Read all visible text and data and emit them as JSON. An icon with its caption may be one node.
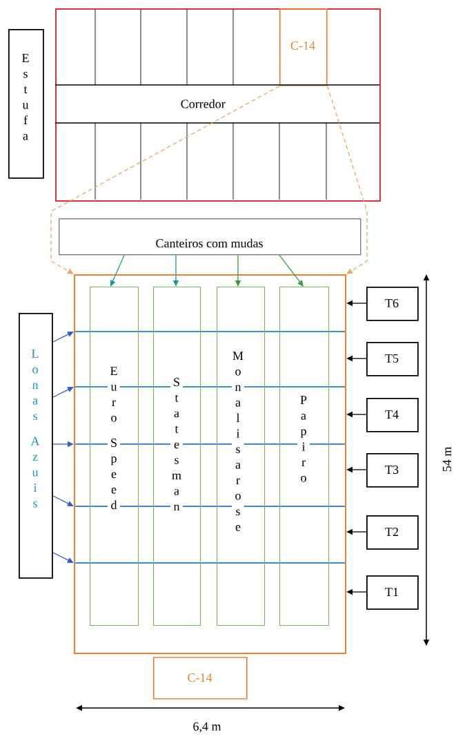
{
  "diagram": {
    "nodes": [
      {
        "text": [
          "Estufa"
        ]
      },
      {
        "text": [],
        "shape": "box"
      },
      {
        "text": [
          "C-14"
        ],
        "in": 1
      },
      {
        "text": [
          "Corredor"
        ],
        "in": 1
      },
      {
        "text": [
          "Canteiros com mudas"
        ]
      },
      {
        "text": [],
        "shape": "box"
      },
      {
        "text": [
          "Euro Speed"
        ],
        "in": 5
      },
      {
        "text": [
          "Statesman"
        ],
        "in": 5
      },
      {
        "text": [
          "Monalisarose"
        ],
        "in": 5
      },
      {
        "text": [
          "Papiro"
        ],
        "in": 5
      },
      {
        "text": [
          "Lonas Azuis"
        ]
      },
      {
        "text": [
          "T6"
        ]
      },
      {
        "text": [
          "T5"
        ]
      },
      {
        "text": [
          "T4"
        ]
      },
      {
        "text": [
          "T3"
        ]
      },
      {
        "text": [
          "T2"
        ]
      },
      {
        "text": [
          "T1"
        ]
      },
      {
        "text": [
          "C-14"
        ]
      }
    ],
    "edges": [
      {
        "from": 2,
        "to": 5,
        "arrow": "to",
        "style": "dashed",
        "color": "#f4a463"
      },
      {
        "from": 2,
        "to": 5,
        "arrow": "to",
        "style": "dashed",
        "color": "#f4a463"
      },
      {
        "from": 4,
        "to": 6,
        "arrow": "to",
        "color": "#1a9a9a"
      },
      {
        "from": 4,
        "to": 7,
        "arrow": "to",
        "color": "#1a9a9a"
      },
      {
        "from": 4,
        "to": 8,
        "arrow": "to",
        "color": "#3a9a3a"
      },
      {
        "from": 4,
        "to": 9,
        "arrow": "to",
        "color": "#3a9a3a"
      },
      {
        "from": 10,
        "to": 5,
        "arrow": "to",
        "color": "#3a5cc8"
      },
      {
        "from": 10,
        "to": 5,
        "arrow": "to",
        "color": "#3a5cc8"
      },
      {
        "from": 10,
        "to": 5,
        "arrow": "to",
        "color": "#3a5cc8"
      },
      {
        "from": 10,
        "to": 5,
        "arrow": "to",
        "color": "#3a5cc8"
      },
      {
        "from": 10,
        "to": 5,
        "arrow": "to",
        "color": "#3a5cc8"
      },
      {
        "from": 11,
        "to": 5,
        "arrow": "to"
      },
      {
        "from": 12,
        "to": 5,
        "arrow": "to"
      },
      {
        "from": 13,
        "to": 5,
        "arrow": "to"
      },
      {
        "from": 14,
        "to": 5,
        "arrow": "to"
      },
      {
        "from": 15,
        "to": 5,
        "arrow": "to"
      },
      {
        "from": 16,
        "to": 5,
        "arrow": "to"
      }
    ],
    "labels": [
      "54 m",
      "6,4 m"
    ]
  }
}
